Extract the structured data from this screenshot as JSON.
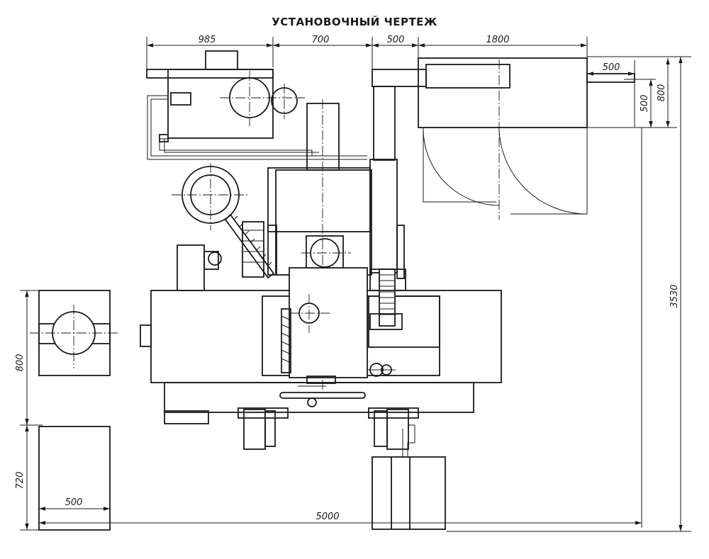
{
  "title": "УСТАНОВОЧНЫЙ ЧЕРТЕЖ",
  "dimensions": {
    "top_985": "985",
    "top_700": "700",
    "top_500": "500",
    "top_1800": "1800",
    "right_500_h": "500",
    "right_500_v": "500",
    "right_800_v": "800",
    "right_3530": "3530",
    "left_800": "800",
    "left_720": "720",
    "bottom_500": "500",
    "bottom_5000": "5000"
  }
}
